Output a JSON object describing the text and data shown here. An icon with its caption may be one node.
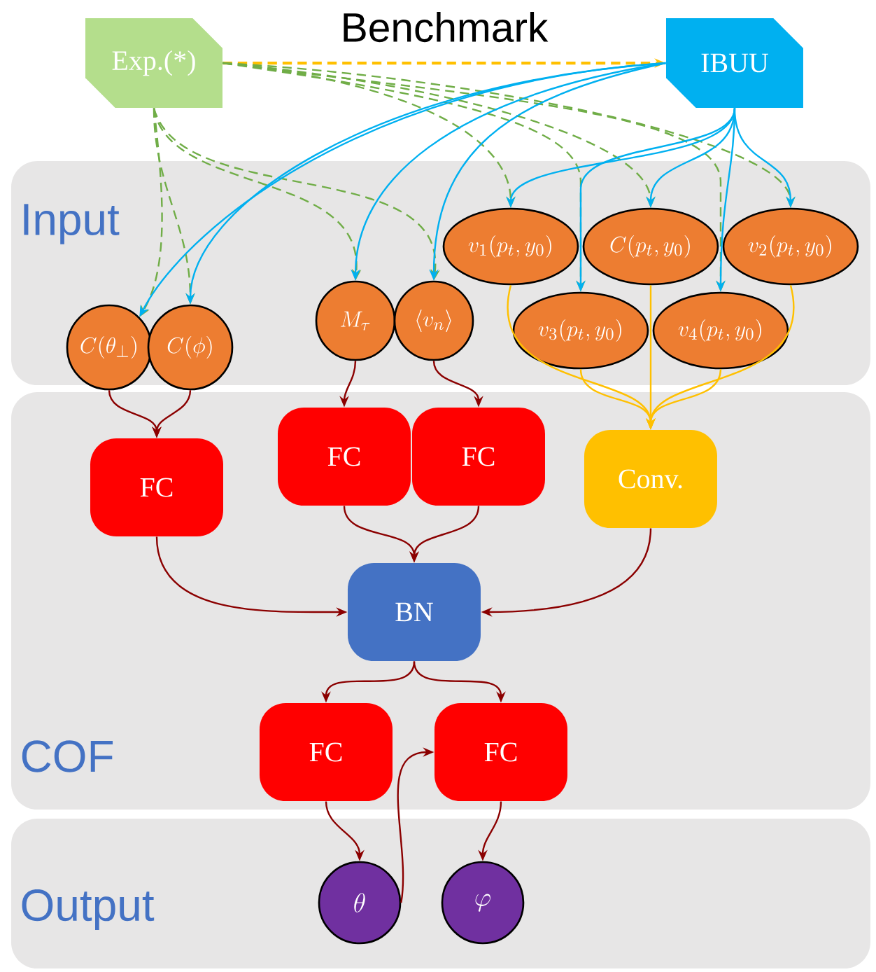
{
  "diagram": {
    "nodes": [
      {
        "text": [
          "Exp.(*)"
        ]
      },
      {
        "text": [
          "IBUU"
        ]
      },
      {
        "text": [
          "Input"
        ]
      },
      {
        "text": [
          "v_1(p_t,y_0)"
        ],
        "in": 2
      },
      {
        "text": [
          "C(p_t,y_0)"
        ],
        "in": 2
      },
      {
        "text": [
          "v_2(p_t,y_0)"
        ],
        "in": 2
      },
      {
        "text": [
          "C(\\theta_\\perp)"
        ],
        "in": 2
      },
      {
        "text": [
          "C(\\phi)"
        ],
        "in": 2
      },
      {
        "text": [
          "M_\\tau"
        ],
        "in": 2
      },
      {
        "text": [
          "\\langle v_n\\rangle"
        ],
        "in": 2
      },
      {
        "text": [
          "v_3(p_t,y_0)"
        ],
        "in": 2
      },
      {
        "text": [
          "v_4(p_t,y_0)"
        ],
        "in": 2
      },
      {
        "text": [
          "COF"
        ]
      },
      {
        "text": [
          "FC"
        ],
        "in": 12
      },
      {
        "text": [
          "FC"
        ],
        "in": 12
      },
      {
        "text": [
          "FC"
        ],
        "in": 12
      },
      {
        "text": [
          "Conv."
        ],
        "in": 12
      },
      {
        "text": [
          "BN"
        ],
        "in": 12
      },
      {
        "text": [
          "FC"
        ],
        "in": 12
      },
      {
        "text": [
          "FC"
        ],
        "in": 12
      },
      {
        "text": [
          "Output"
        ]
      },
      {
        "text": [
          "\\theta"
        ],
        "in": 20
      },
      {
        "text": [
          "\\varphi"
        ],
        "in": 20
      }
    ],
    "edges": [
      {
        "from": 0,
        "to": 1,
        "arrow": "to",
        "label": "Benchmark",
        "style": "dashed",
        "color": "#ffc000"
      },
      {
        "from": 0,
        "to": 6,
        "arrow": "to",
        "style": "dashed",
        "color": "#70ad47"
      },
      {
        "from": 0,
        "to": 7,
        "arrow": "to",
        "style": "dashed",
        "color": "#70ad47"
      },
      {
        "from": 0,
        "to": 8,
        "arrow": "to",
        "style": "dashed",
        "color": "#70ad47"
      },
      {
        "from": 0,
        "to": 9,
        "arrow": "to",
        "style": "dashed",
        "color": "#70ad47"
      },
      {
        "from": 0,
        "to": 3,
        "arrow": "to",
        "style": "dashed",
        "color": "#70ad47"
      },
      {
        "from": 0,
        "to": 4,
        "arrow": "to",
        "style": "dashed",
        "color": "#70ad47"
      },
      {
        "from": 0,
        "to": 5,
        "arrow": "to",
        "style": "dashed",
        "color": "#70ad47"
      },
      {
        "from": 0,
        "to": 10,
        "arrow": "to",
        "style": "dashed",
        "color": "#70ad47"
      },
      {
        "from": 0,
        "to": 11,
        "arrow": "to",
        "style": "dashed",
        "color": "#70ad47"
      },
      {
        "from": 1,
        "to": 6,
        "arrow": "to",
        "color": "#00b0f0"
      },
      {
        "from": 1,
        "to": 7,
        "arrow": "to",
        "color": "#00b0f0"
      },
      {
        "from": 1,
        "to": 8,
        "arrow": "to",
        "color": "#00b0f0"
      },
      {
        "from": 1,
        "to": 9,
        "arrow": "to",
        "color": "#00b0f0"
      },
      {
        "from": 1,
        "to": 3,
        "arrow": "to",
        "color": "#00b0f0"
      },
      {
        "from": 1,
        "to": 4,
        "arrow": "to",
        "color": "#00b0f0"
      },
      {
        "from": 1,
        "to": 5,
        "arrow": "to",
        "color": "#00b0f0"
      },
      {
        "from": 1,
        "to": 10,
        "arrow": "to",
        "color": "#00b0f0"
      },
      {
        "from": 1,
        "to": 11,
        "arrow": "to",
        "color": "#00b0f0"
      },
      {
        "from": 6,
        "to": 13,
        "arrow": "to"
      },
      {
        "from": 7,
        "to": 13,
        "arrow": "to"
      },
      {
        "from": 8,
        "to": 14,
        "arrow": "to"
      },
      {
        "from": 9,
        "to": 15,
        "arrow": "to"
      },
      {
        "from": 3,
        "to": 16,
        "arrow": "to",
        "color": "#ffc000"
      },
      {
        "from": 4,
        "to": 16,
        "arrow": "to",
        "color": "#ffc000"
      },
      {
        "from": 5,
        "to": 16,
        "arrow": "to",
        "color": "#ffc000"
      },
      {
        "from": 10,
        "to": 16,
        "arrow": "to",
        "color": "#ffc000"
      },
      {
        "from": 11,
        "to": 16,
        "arrow": "to",
        "color": "#ffc000"
      },
      {
        "from": 13,
        "to": 17,
        "arrow": "to"
      },
      {
        "from": 14,
        "to": 17,
        "arrow": "to"
      },
      {
        "from": 15,
        "to": 17,
        "arrow": "to"
      },
      {
        "from": 16,
        "to": 17,
        "arrow": "to"
      },
      {
        "from": 17,
        "to": 18,
        "arrow": "to"
      },
      {
        "from": 17,
        "to": 19,
        "arrow": "to"
      },
      {
        "from": 18,
        "to": 21,
        "arrow": "to"
      },
      {
        "from": 19,
        "to": 22,
        "arrow": "to"
      },
      {
        "from": 21,
        "to": 19,
        "arrow": "to"
      }
    ]
  }
}
